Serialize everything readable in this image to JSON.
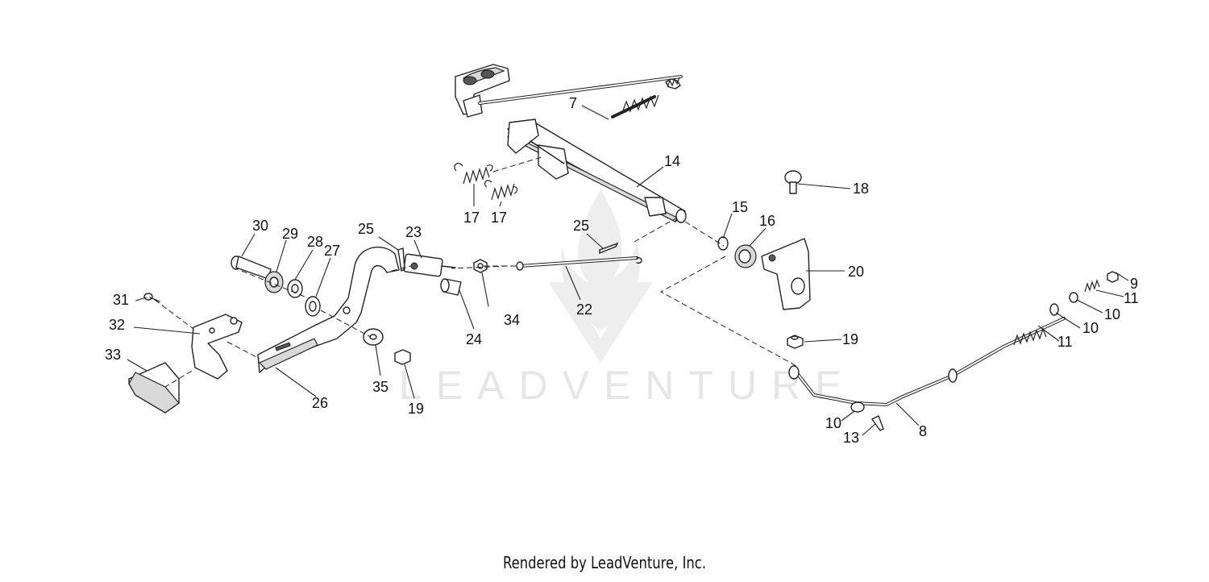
{
  "watermark": {
    "text": "LEADVENTURE"
  },
  "footer": {
    "credit": "Rendered by LeadVenture, Inc."
  },
  "callouts": [
    {
      "id": "7",
      "label": "7"
    },
    {
      "id": "14",
      "label": "14"
    },
    {
      "id": "18",
      "label": "18"
    },
    {
      "id": "17a",
      "label": "17"
    },
    {
      "id": "17b",
      "label": "17"
    },
    {
      "id": "15",
      "label": "15"
    },
    {
      "id": "16",
      "label": "16"
    },
    {
      "id": "25a",
      "label": "25"
    },
    {
      "id": "30",
      "label": "30"
    },
    {
      "id": "29",
      "label": "29"
    },
    {
      "id": "28",
      "label": "28"
    },
    {
      "id": "27",
      "label": "27"
    },
    {
      "id": "25b",
      "label": "25"
    },
    {
      "id": "23",
      "label": "23"
    },
    {
      "id": "20",
      "label": "20"
    },
    {
      "id": "9",
      "label": "9"
    },
    {
      "id": "11a",
      "label": "11"
    },
    {
      "id": "10a",
      "label": "10"
    },
    {
      "id": "10b",
      "label": "10"
    },
    {
      "id": "31",
      "label": "31"
    },
    {
      "id": "32",
      "label": "32"
    },
    {
      "id": "34",
      "label": "34"
    },
    {
      "id": "22",
      "label": "22"
    },
    {
      "id": "24",
      "label": "24"
    },
    {
      "id": "19a",
      "label": "19"
    },
    {
      "id": "11b",
      "label": "11"
    },
    {
      "id": "33",
      "label": "33"
    },
    {
      "id": "35",
      "label": "35"
    },
    {
      "id": "26",
      "label": "26"
    },
    {
      "id": "19b",
      "label": "19"
    },
    {
      "id": "10c",
      "label": "10"
    },
    {
      "id": "13",
      "label": "13"
    },
    {
      "id": "8",
      "label": "8"
    }
  ]
}
